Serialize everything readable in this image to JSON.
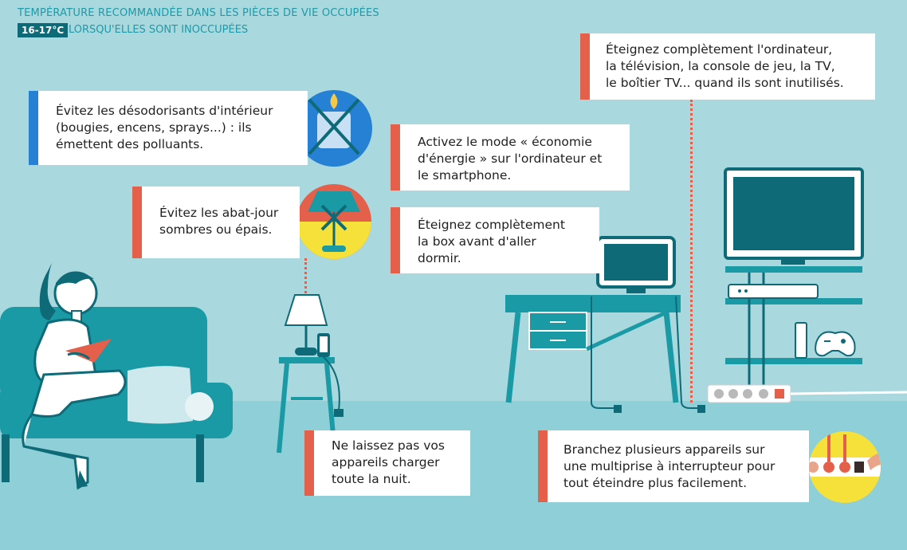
{
  "header": {
    "line1": "TEMPÉRATURE RECOMMANDÉE DANS LES PIÈCES DE VIE OCCUPÉES",
    "temp_badge": "16-17°C",
    "line2": "LORSQU'ELLES SONT INOCCUPÉES"
  },
  "tips": {
    "air_fresheners": "Évitez les désodorisants d'intérieur\n(bougies, encens, sprays...) : ils\némettent des polluants.",
    "lampshades": "Évitez les abat-jour\nsombres ou épais.",
    "energy_mode": "Activez le mode « économie\nd'énergie » sur l'ordinateur et\nle smartphone.",
    "box_off": "Éteignez complètement\nla box avant d'aller\ndormir.",
    "devices_off": "Éteignez complètement l'ordinateur,\nla télévision, la console de jeu, la TV,\nle boîtier TV... quand ils sont inutilisés.",
    "no_overnight_charge": "Ne laissez pas vos\nappareils charger\ntoute la nuit.",
    "power_strip": "Branchez plusieurs appareils sur\nune multiprise à interrupteur pour\ntout éteindre plus facilement."
  },
  "colors": {
    "wall": "#a9d8df",
    "floor": "#8ecfd8",
    "teal": "#1a9aa4",
    "dark_teal": "#0e6a77",
    "accent_red": "#e5604a",
    "accent_blue": "#2680d3",
    "yellow": "#f5e13a"
  },
  "icons": {
    "candle": "candle-crossed-icon",
    "lamp": "lamp-crossed-icon",
    "power_strip": "power-strip-switch-icon"
  }
}
